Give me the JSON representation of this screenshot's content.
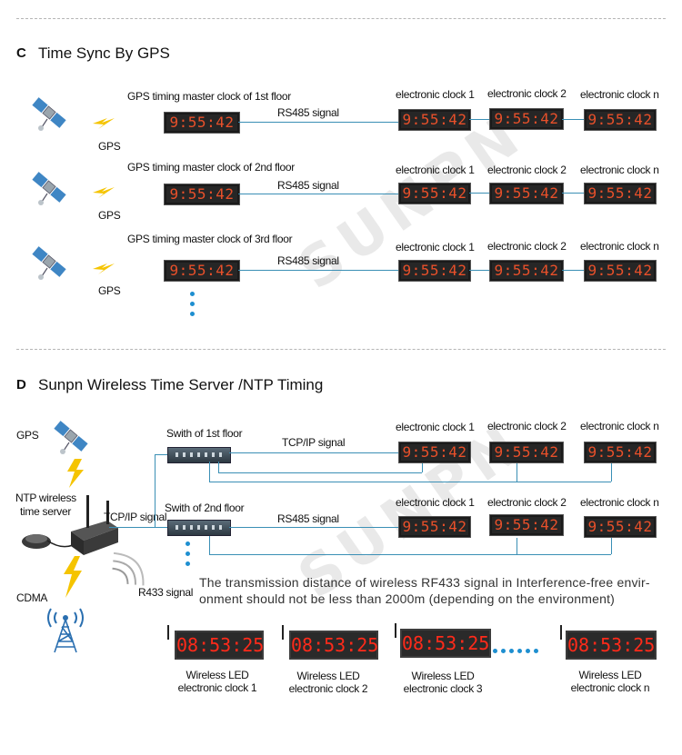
{
  "watermark": "SUNPN",
  "colors": {
    "line": "#3a8fb5",
    "clock_digits": "#e8502a",
    "wireless_digits": "#ff2a1a",
    "dots": "#1e8fd0",
    "bolt": "#f5c400"
  },
  "section_c": {
    "letter": "C",
    "title": "Time Sync By GPS",
    "rows": [
      {
        "master_label": "GPS timing master clock of 1st floor",
        "gps_label": "GPS",
        "signal_label": "RS485 signal",
        "clocks": [
          "electronic clock 1",
          "electronic clock 2",
          "electronic clock n"
        ]
      },
      {
        "master_label": "GPS timing master clock of 2nd floor",
        "gps_label": "GPS",
        "signal_label": "RS485 signal",
        "clocks": [
          "electronic clock 1",
          "electronic clock 2",
          "electronic clock n"
        ]
      },
      {
        "master_label": "GPS timing master clock of 3rd floor",
        "gps_label": "GPS",
        "signal_label": "RS485 signal",
        "clocks": [
          "electronic clock 1",
          "electronic clock 2",
          "electronic clock n"
        ]
      }
    ],
    "clock_time": "9:55:42"
  },
  "section_d": {
    "letter": "D",
    "title": "Sunpn Wireless Time Server /NTP Timing",
    "gps_label": "GPS",
    "ntp_label_line1": "NTP wireless",
    "ntp_label_line2": "time server",
    "cdma_label": "CDMA",
    "tcp_label_left": "TCP/IP signal",
    "r433_label": "R433 signal",
    "switch1_label": "Swith of 1st floor",
    "switch2_label": "Swith of 2nd floor",
    "tcp_label_row1": "TCP/IP signal",
    "rs485_label_row2": "RS485 signal",
    "row1_clocks": [
      "electronic clock 1",
      "electronic clock 2",
      "electronic clock n"
    ],
    "row2_clocks": [
      "electronic clock 1",
      "electronic clock 2",
      "electronic clock n"
    ],
    "clock_time": "9:55:42",
    "note_line1": "The transmission distance of wireless RF433 signal in Interference-free envir-",
    "note_line2": "onment should not be less than 2000m (depending on the environment)",
    "wireless_time": "08:53:25",
    "wireless_clocks": [
      {
        "line1": "Wireless LED",
        "line2": "electronic clock 1"
      },
      {
        "line1": "Wireless LED",
        "line2": "electronic clock 2"
      },
      {
        "line1": "Wireless LED",
        "line2": "electronic clock 3"
      },
      {
        "line1": "Wireless LED",
        "line2": "electronic clock n"
      }
    ]
  }
}
